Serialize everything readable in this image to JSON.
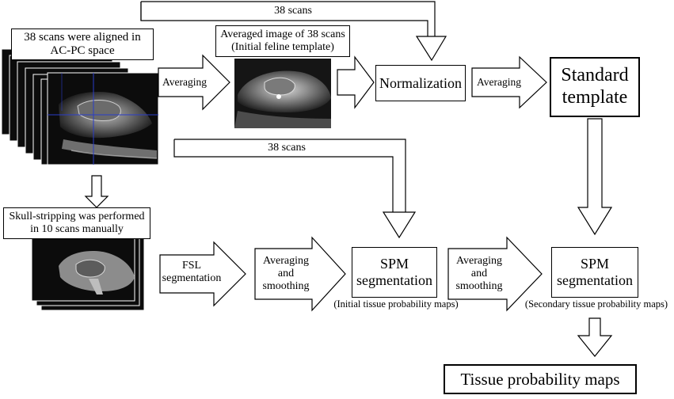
{
  "diagram": {
    "aligned_note": {
      "line1": "38 scans were aligned in",
      "line2": "AC-PC space"
    },
    "top_loop_label": "38 scans",
    "averaged_caption": {
      "line1": "Averaged image of 38 scans",
      "line2": "(Initial feline template)"
    },
    "arrow_averaging_1": "Averaging",
    "normalization": "Normalization",
    "arrow_averaging_2": "Averaging",
    "standard_template": {
      "line1": "Standard",
      "line2": "template"
    },
    "middle_loop_label": "38 scans",
    "skull_note": {
      "line1": "Skull-stripping was performed",
      "line2": "in 10 scans manually"
    },
    "arrow_fsl": {
      "line1": "FSL",
      "line2": "segmentation"
    },
    "arrow_avg_smooth_1": {
      "line1": "Averaging",
      "line2": "and",
      "line3": "smoothing"
    },
    "spm_initial": {
      "line1": "SPM",
      "line2": "segmentation",
      "caption": "(Initial tissue probability maps)"
    },
    "arrow_avg_smooth_2": {
      "line1": "Averaging",
      "line2": "and",
      "line3": "smoothing"
    },
    "spm_secondary": {
      "line1": "SPM",
      "line2": "segmentation",
      "caption": "(Secondary tissue probability maps)"
    },
    "final_output": "Tissue probability maps"
  },
  "colors": {
    "line": "#000000",
    "scan_bg": "#0a0a0a",
    "crosshair": "#2a3cc8"
  }
}
